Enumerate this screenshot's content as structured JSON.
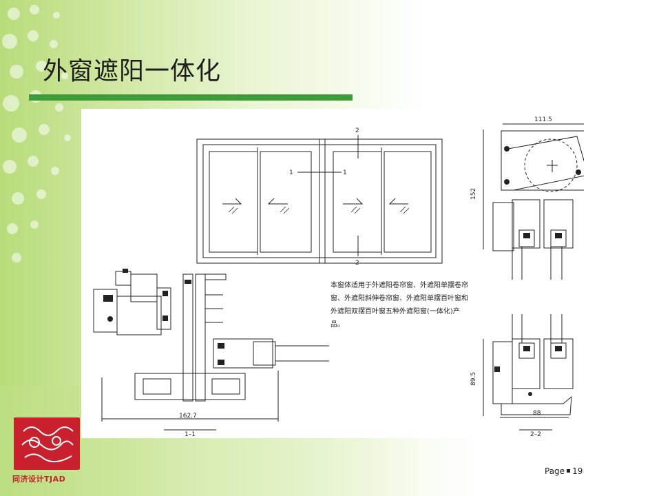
{
  "slide": {
    "title": "外窗遮阳一体化",
    "description": "本窗体适用于外遮阳卷帘窗、外遮阳单摆卷帘窗、外遮阳斜伸卷帘窗、外遮阳单摆百叶窗和外遮阳双摆百叶窗五种外遮阳窗(一体化)产品。",
    "page_label": "Page",
    "page_number": "19",
    "logo_text": "同济设计TJAD",
    "colors": {
      "accent_bar": "#3e9b3a",
      "logo_red": "#c8202c",
      "background_green": "#b8dc7a"
    }
  },
  "drawing": {
    "elevation": {
      "mark_top": "2",
      "mark_bottom": "2",
      "mark_left": "1",
      "mark_right": "1"
    },
    "section_1": {
      "dimension": "162.7",
      "label": "1–1"
    },
    "section_2_top": {
      "dimension_width": "111.5",
      "dimension_height": "152"
    },
    "section_2_bottom": {
      "dimension_width": "88",
      "dimension_height": "89.5",
      "label": "2–2"
    }
  }
}
